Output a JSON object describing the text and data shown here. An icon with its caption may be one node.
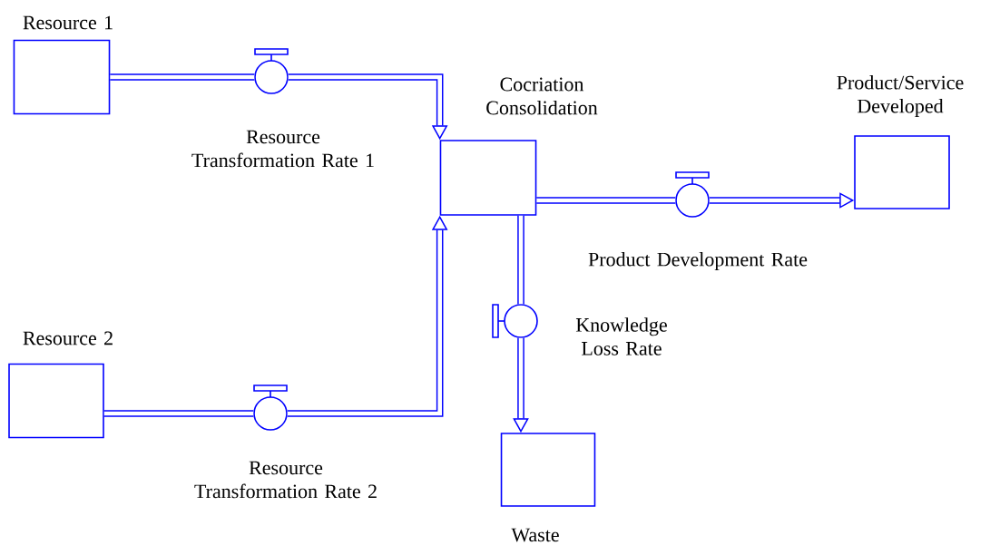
{
  "diagram": {
    "nodes": [
      {
        "text": [
          "Resource 1"
        ]
      },
      {
        "text": [],
        "shape": "circle",
        "beside": [
          "Resource Transformation Rate 1"
        ]
      },
      {
        "text": [
          "Cocriation Consolidation"
        ]
      },
      {
        "text": [
          "Resource 2"
        ]
      },
      {
        "text": [],
        "shape": "circle",
        "beside": [
          "Resource Transformation Rate 2"
        ]
      },
      {
        "text": [
          "Product/Service Developed"
        ]
      },
      {
        "text": [],
        "shape": "circle",
        "beside": [
          "Product Development Rate"
        ]
      },
      {
        "text": [],
        "shape": "circle",
        "beside": [
          "Knowledge Loss Rate"
        ]
      },
      {
        "text": [
          "Waste"
        ]
      }
    ],
    "edges": [
      {
        "from": 0,
        "to": 1,
        "arrow": "none"
      },
      {
        "from": 1,
        "to": 2,
        "arrow": "to"
      },
      {
        "from": 3,
        "to": 4,
        "arrow": "none"
      },
      {
        "from": 4,
        "to": 2,
        "arrow": "to"
      },
      {
        "from": 2,
        "to": 6,
        "arrow": "none"
      },
      {
        "from": 6,
        "to": 5,
        "arrow": "to"
      },
      {
        "from": 2,
        "to": 7,
        "arrow": "none"
      },
      {
        "from": 7,
        "to": 8,
        "arrow": "to"
      }
    ]
  }
}
